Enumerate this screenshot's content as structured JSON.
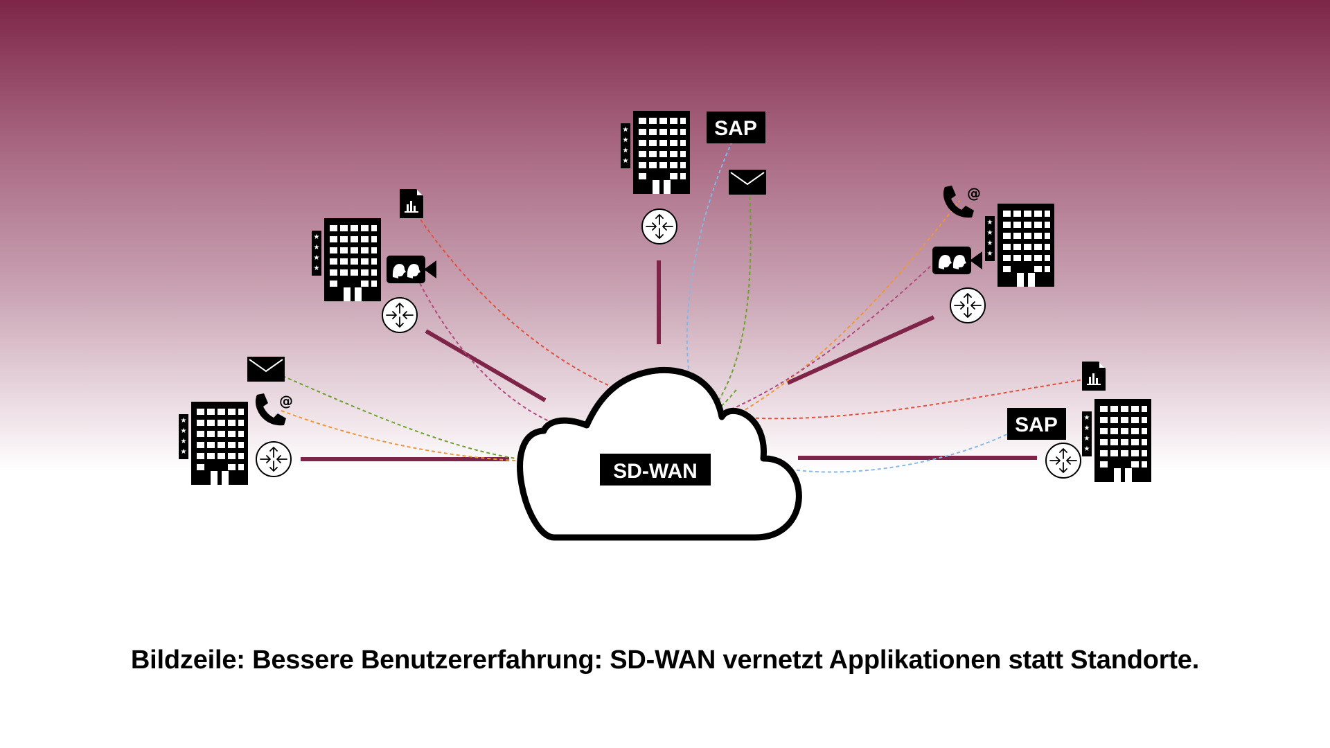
{
  "cloud": {
    "label": "SD-WAN"
  },
  "app_labels": {
    "sap": "SAP"
  },
  "caption": "Bildzeile: Bessere Benutzererfahrung: SD-WAN vernetzt Applikationen statt Standorte.",
  "colors": {
    "link": "#7e2448",
    "icon": "#000000",
    "flow_orange": "#f0953a",
    "flow_green": "#6aa02d",
    "flow_red": "#e0503c",
    "flow_blue": "#86b7e6",
    "flow_magenta": "#b2477e"
  },
  "sites": [
    {
      "id": "site-left",
      "icons": [
        "building-icon",
        "router-icon",
        "mail-icon",
        "phone-icon"
      ]
    },
    {
      "id": "site-upper-left",
      "icons": [
        "building-icon",
        "router-icon",
        "document-chart-icon",
        "video-call-icon"
      ]
    },
    {
      "id": "site-top",
      "icons": [
        "building-icon",
        "router-icon",
        "sap-icon",
        "mail-icon"
      ]
    },
    {
      "id": "site-upper-right",
      "icons": [
        "building-icon",
        "router-icon",
        "phone-icon",
        "video-call-icon"
      ]
    },
    {
      "id": "site-right",
      "icons": [
        "building-icon",
        "router-icon",
        "document-chart-icon",
        "sap-icon"
      ]
    }
  ]
}
